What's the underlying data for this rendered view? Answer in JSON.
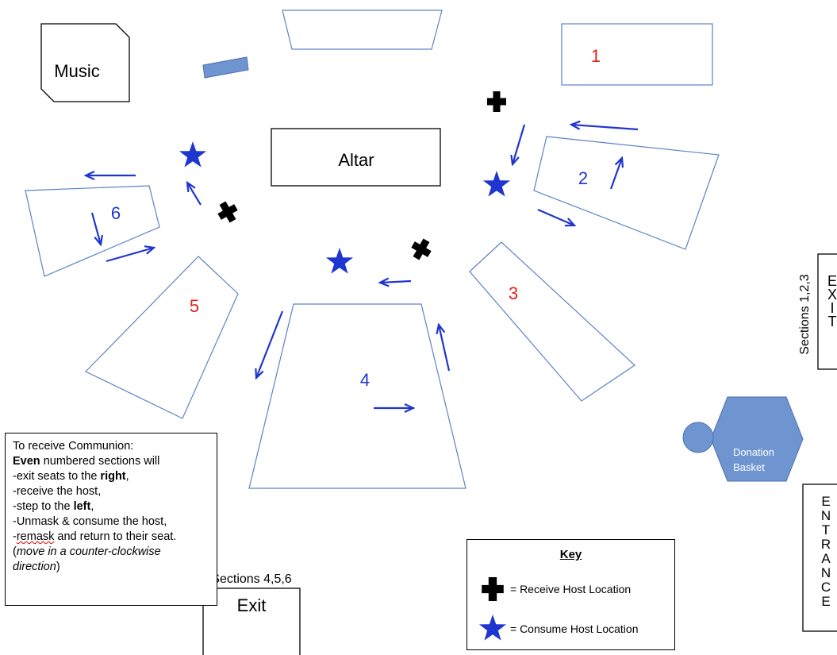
{
  "labels": {
    "music": "Music",
    "altar": "Altar",
    "donation": [
      "Donation",
      "Basket"
    ]
  },
  "sections": [
    {
      "label": "1",
      "color": "#e0221c"
    },
    {
      "label": "2",
      "color": "#1f35cf"
    },
    {
      "label": "3",
      "color": "#e0221c"
    },
    {
      "label": "4",
      "color": "#1f35cf"
    },
    {
      "label": "5",
      "color": "#e0221c"
    },
    {
      "label": "6",
      "color": "#1f35cf"
    }
  ],
  "exits": {
    "sections_123_caption": "Sections 1,2,3",
    "exit_letters": [
      "E",
      "X",
      "I",
      "T"
    ],
    "entrance_letters": [
      "E",
      "N",
      "T",
      "R",
      "A",
      "N",
      "C",
      "E"
    ],
    "sections_456_caption": "Sections 4,5,6",
    "bottom_exit": "Exit"
  },
  "instructions": {
    "line1": "To receive Communion:",
    "line2_bold": "Even",
    "line2_rest": " numbered sections will",
    "line3_pre": "-exit seats to the ",
    "line3_bold": "right",
    "line3_post": ",",
    "line4": "-receive the host,",
    "line5_pre": "-step to the ",
    "line5_bold": "left",
    "line5_post": ",",
    "line6": "-Unmask & consume the host,",
    "line7_pre": "-",
    "line7_squiggle": "remask",
    "line7_post": " and return to their seat.",
    "line8_pre": "(",
    "line8_italic": "move in a counter-clockwise",
    "line9_italic": "direction",
    "line9_post": ")"
  },
  "key": {
    "title": "Key",
    "receive": "= Receive Host Location",
    "consume": "= Consume Host Location"
  },
  "colors": {
    "arrow": "#1f35cf",
    "outline": "#5b83c6",
    "star": "#1f35cf",
    "cross": "#000000",
    "donation_fill": "#6f95d1",
    "bench_fill": "#6f95d1"
  }
}
